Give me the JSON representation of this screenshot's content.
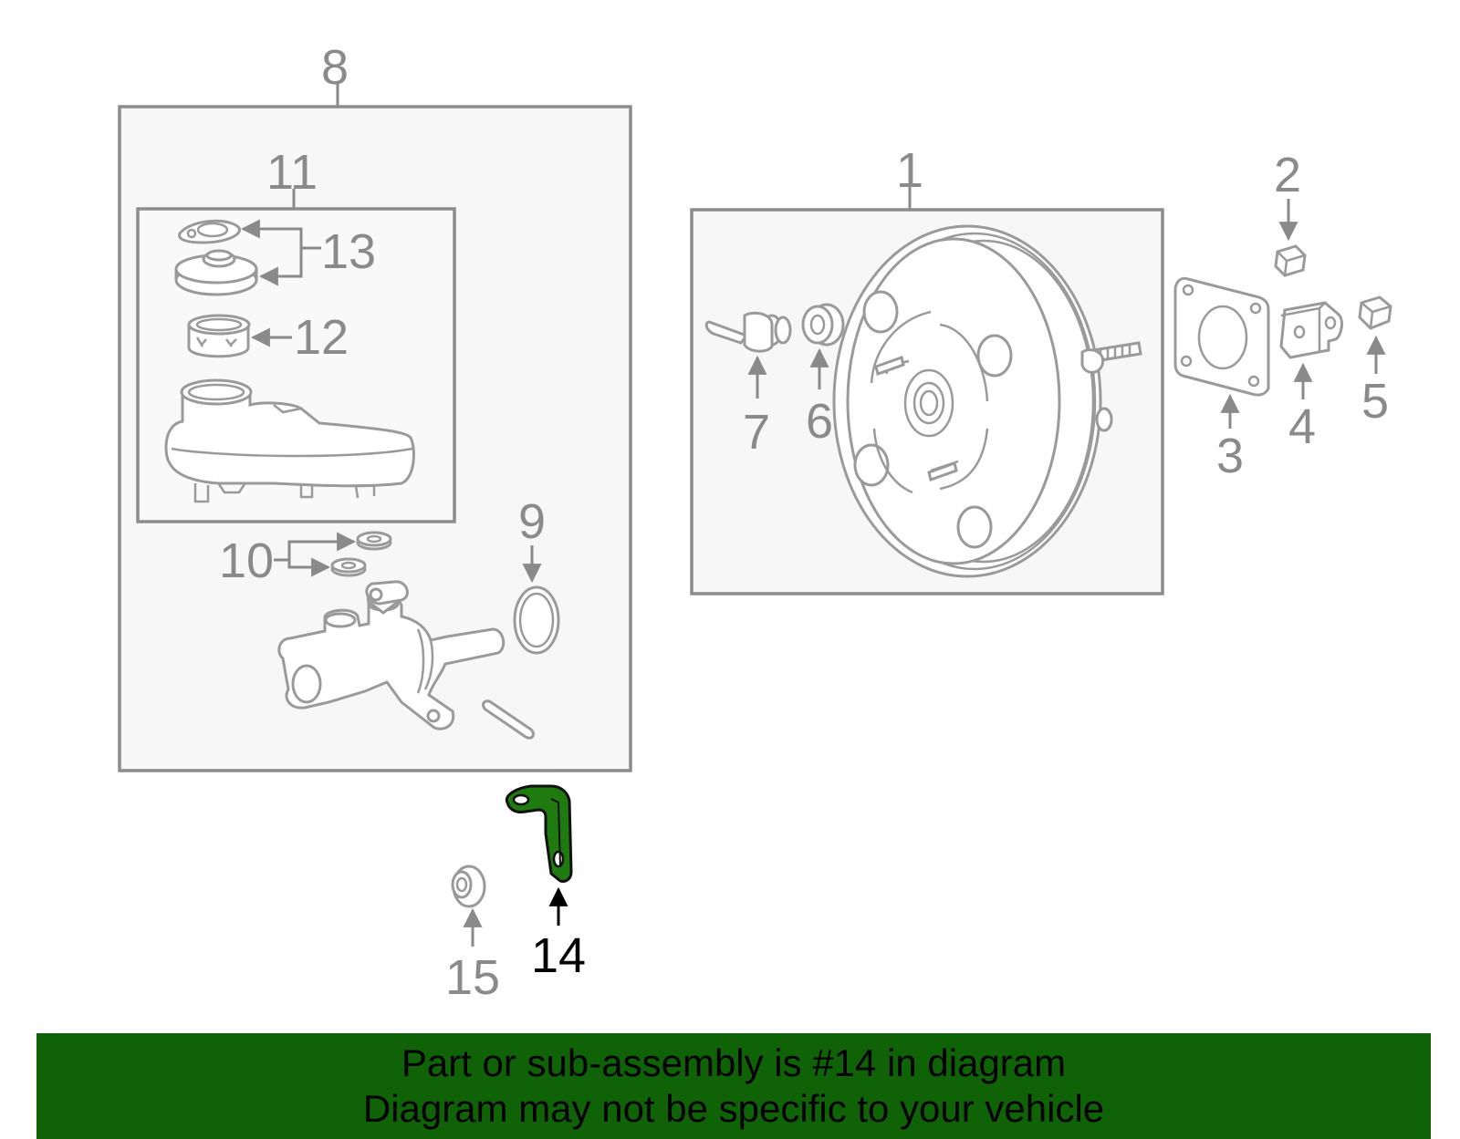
{
  "labels": {
    "n1": "1",
    "n2": "2",
    "n3": "3",
    "n4": "4",
    "n5": "5",
    "n6": "6",
    "n7": "7",
    "n8": "8",
    "n9": "9",
    "n10": "10",
    "n11": "11",
    "n12": "12",
    "n13": "13",
    "n14": "14",
    "n15": "15"
  },
  "highlight_part": "14",
  "banner": {
    "line1": "Part or sub-assembly is #14 in diagram",
    "line2": "Diagram may not be specific to your vehicle",
    "color": "#0f6306"
  },
  "colors": {
    "highlight_fill": "#1f7a10",
    "part_stroke": "#9a9a9a",
    "label_text": "#8a8a8a"
  }
}
